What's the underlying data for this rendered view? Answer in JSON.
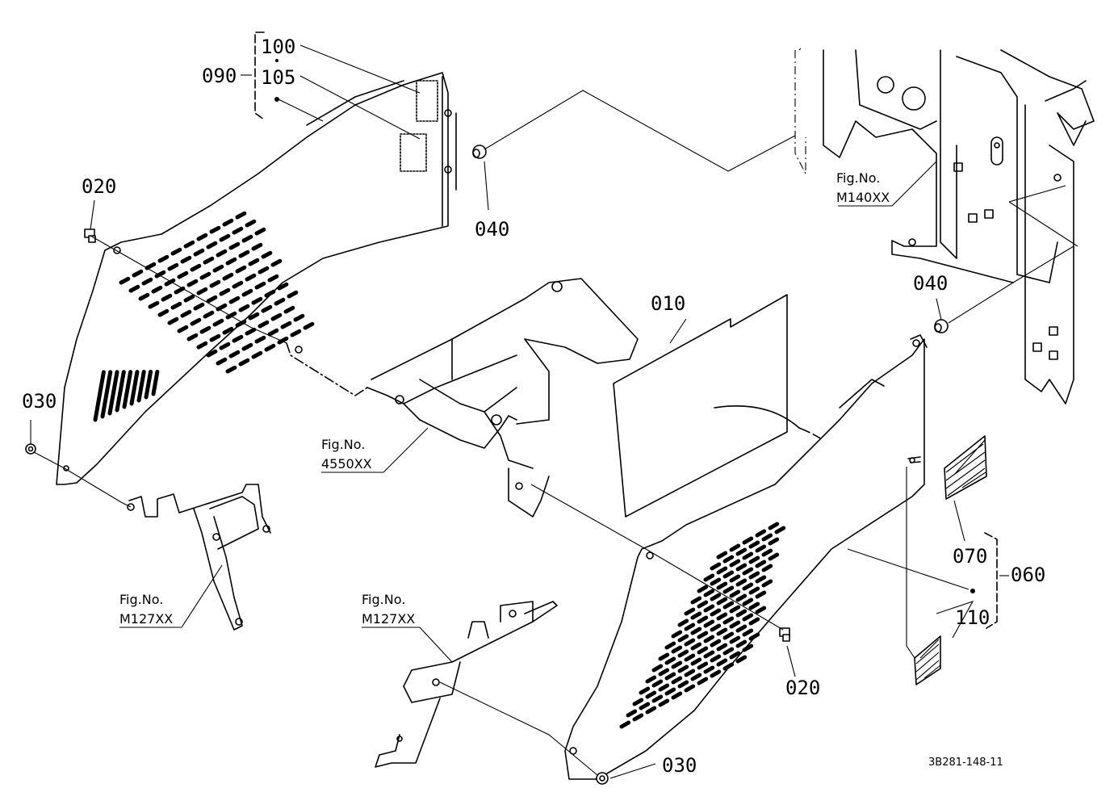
{
  "callouts": {
    "c100": "100",
    "c105": "105",
    "c090": "090",
    "c020a": "020",
    "c040a": "040",
    "c010": "010",
    "c040b": "040",
    "c030a": "030",
    "c070": "070",
    "c060": "060",
    "c110": "110",
    "c020b": "020",
    "c030b": "030"
  },
  "figrefs": {
    "m140": {
      "a": "Fig.No.",
      "b": "M140XX"
    },
    "f4550": {
      "a": "Fig.No.",
      "b": "4550XX"
    },
    "m127a": {
      "a": "Fig.No.",
      "b": "M127XX"
    },
    "m127b": {
      "a": "Fig.No.",
      "b": "M127XX"
    }
  },
  "drawing_code": "3B281-148-11"
}
